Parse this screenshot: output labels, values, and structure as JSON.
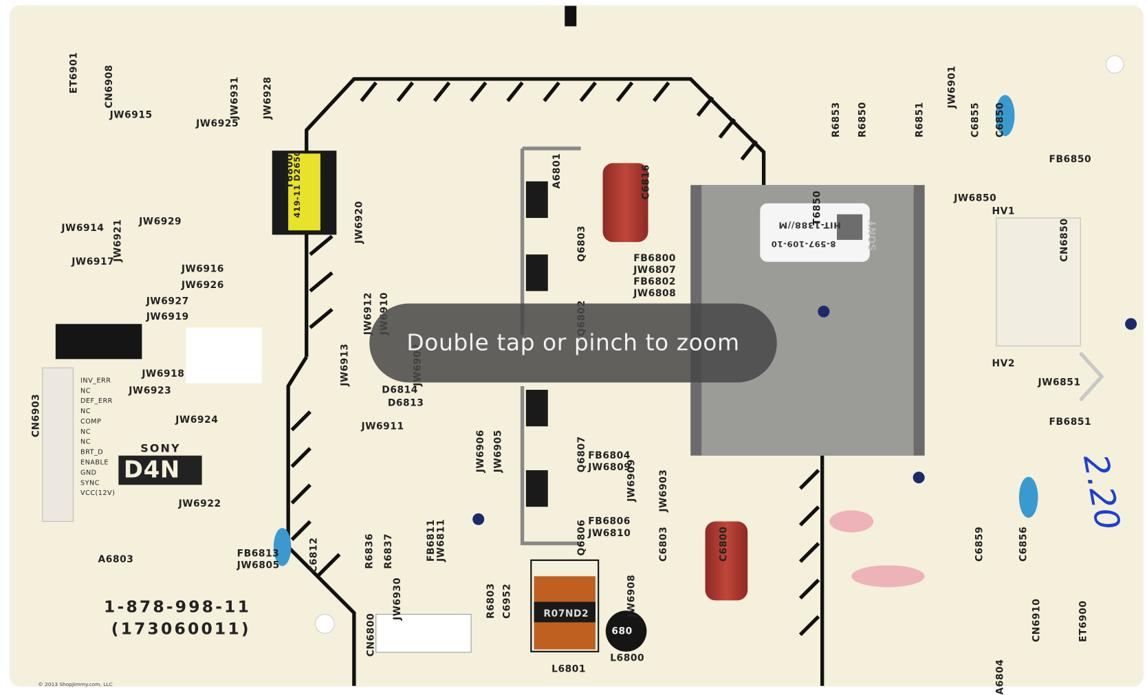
{
  "viewer": {
    "hint": "Double tap or pinch to zoom",
    "next_icon": "chevron-right-icon"
  },
  "board": {
    "part_number": "1-878-998-11",
    "part_code": "(173060011)",
    "brand": "SONY",
    "model": "D4N",
    "copyright": "© 2013 ShopJimmy.com, LLC",
    "transformer_label": "HIT-1388//M",
    "transformer_code": "8-597-109-10",
    "transformer_brand": "SONY",
    "inductor_label": "R07ND2",
    "choke_label": "680",
    "yellow_transformer_label": "419-11 D2650",
    "labels": [
      "ET6901",
      "CN6908",
      "JW6931",
      "JW6928",
      "JW6915",
      "JW6925",
      "T6800",
      "JW6920",
      "JW6921",
      "JW6914",
      "JW6929",
      "JW6917",
      "JW6916",
      "JW6926",
      "JW6927",
      "JW6919",
      "CN6903",
      "JW6918",
      "JW6923",
      "JW6924",
      "JW6922",
      "A6803",
      "FB6813",
      "JW6805",
      "C6812",
      "A6801",
      "C6816",
      "Q6803",
      "Q6802",
      "FB6800",
      "JW6807",
      "FB6802",
      "JW6808",
      "JW6912",
      "JW6910",
      "JW6913",
      "JW6902",
      "D6814",
      "D6813",
      "JW6911",
      "JW6906",
      "JW6905",
      "Q6807",
      "JW6909",
      "JW6903",
      "FB6804",
      "JW6809",
      "Q6806",
      "FB6806",
      "JW6810",
      "C6803",
      "C6800",
      "JW6908",
      "R6836",
      "R6837",
      "FB6811",
      "JW6811",
      "R6803",
      "C6952",
      "L6801",
      "L6800",
      "CN6800",
      "JW6930",
      "T6850",
      "R6853",
      "R6850",
      "R6851",
      "JW6901",
      "C6855",
      "C6850",
      "FB6850",
      "JW6850",
      "HV1",
      "CN6850",
      "HV2",
      "JW6851",
      "FB6851",
      "C6859",
      "C6856",
      "CN6910",
      "ET6900",
      "A6804"
    ],
    "connector_pins": [
      "INV_ERR",
      "NC",
      "DEF_ERR",
      "NC",
      "COMP",
      "NC",
      "NC",
      "BRT_D",
      "ENABLE",
      "GND",
      "SYNC",
      "VCC(12V)"
    ],
    "handwriting": "2.20"
  }
}
